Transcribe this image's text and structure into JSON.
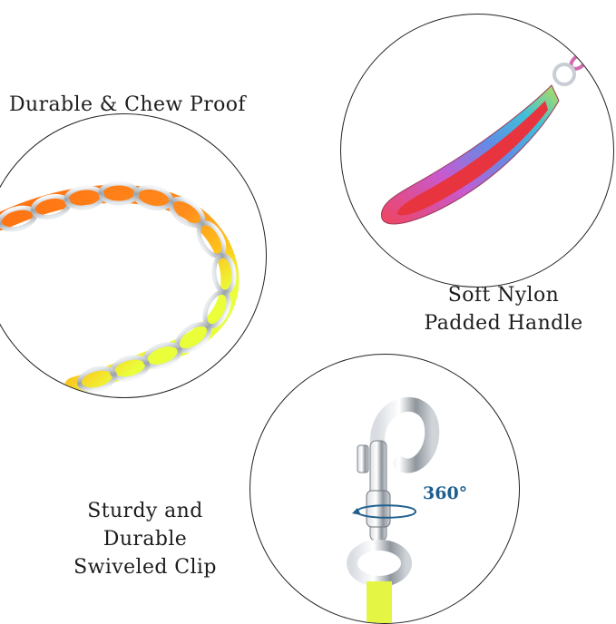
{
  "captions": {
    "chew_proof": "Durable & Chew Proof",
    "handle_line1": "Soft Nylon",
    "handle_line2": "Padded Handle",
    "clip_line1": "Sturdy and Durable",
    "clip_line2": "Swiveled Clip"
  },
  "rotation_label": "360°",
  "colors": {
    "orange": "#ff7a1a",
    "yellow": "#f4ff3a",
    "handle_red": "#f04a5a",
    "handle_blue": "#3fb7d9",
    "rotation_arrow": "#1f5f8f"
  }
}
